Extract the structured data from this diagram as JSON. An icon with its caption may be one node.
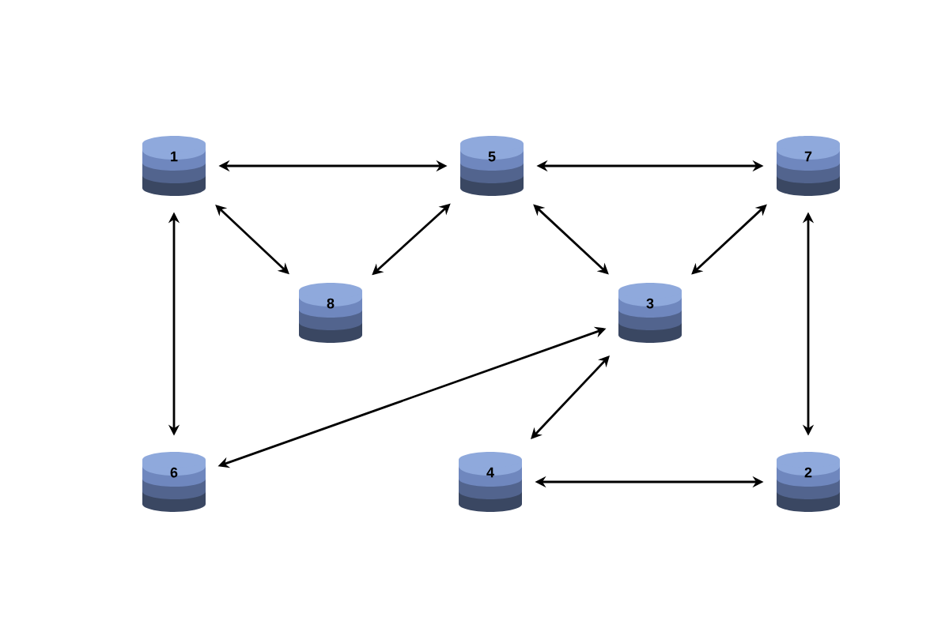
{
  "diagram": {
    "nodes": [
      {
        "text": [
          "1"
        ]
      },
      {
        "text": [
          "5"
        ]
      },
      {
        "text": [
          "7"
        ]
      },
      {
        "text": [
          "8"
        ]
      },
      {
        "text": [
          "3"
        ]
      },
      {
        "text": [
          "6"
        ]
      },
      {
        "text": [
          "4"
        ]
      },
      {
        "text": [
          "2"
        ]
      }
    ],
    "edges": [
      {
        "from": 0,
        "to": 1,
        "arrow": "both"
      },
      {
        "from": 1,
        "to": 2,
        "arrow": "both"
      },
      {
        "from": 0,
        "to": 3,
        "arrow": "both"
      },
      {
        "from": 3,
        "to": 1,
        "arrow": "both"
      },
      {
        "from": 1,
        "to": 4,
        "arrow": "both"
      },
      {
        "from": 2,
        "to": 4,
        "arrow": "both"
      },
      {
        "from": 0,
        "to": 5,
        "arrow": "both"
      },
      {
        "from": 5,
        "to": 4,
        "arrow": "both"
      },
      {
        "from": 6,
        "to": 4,
        "arrow": "both"
      },
      {
        "from": 6,
        "to": 7,
        "arrow": "both"
      },
      {
        "from": 2,
        "to": 7,
        "arrow": "both"
      }
    ]
  }
}
